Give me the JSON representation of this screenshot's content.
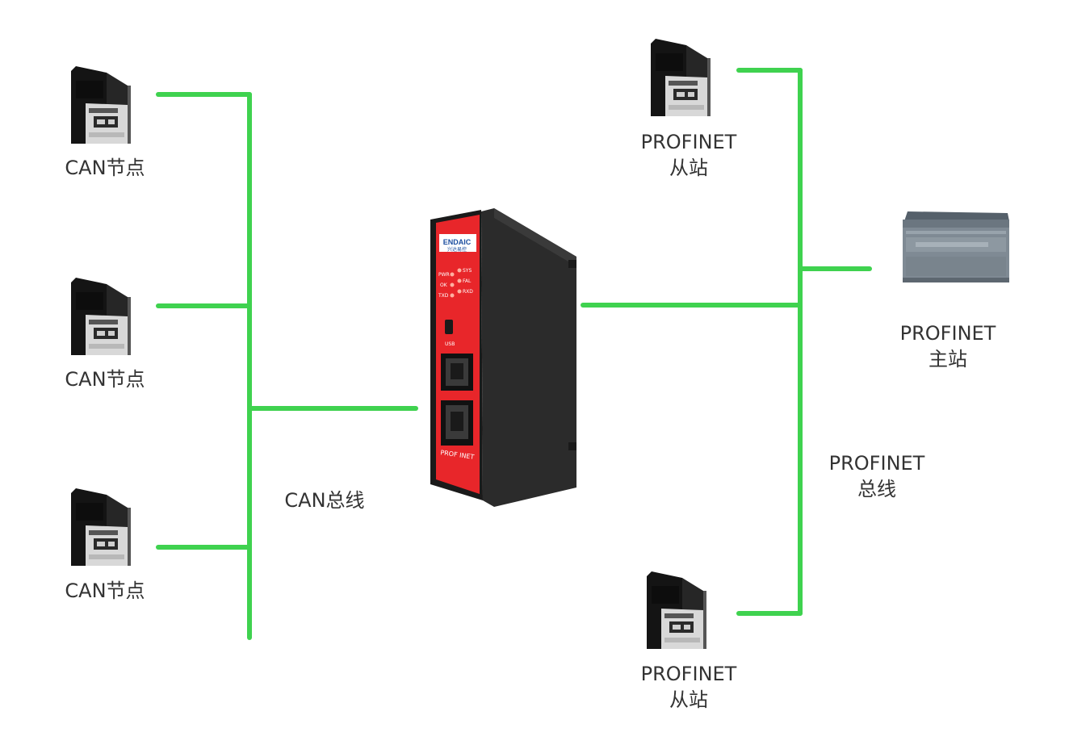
{
  "colors": {
    "bus_line": "#3fd24f",
    "gateway_face": "#e8262a",
    "gateway_body": "#2b2b2b",
    "label_text": "#333333"
  },
  "gateway": {
    "brand": "ENDAIC",
    "brand_sub": "兴达易控",
    "leds": [
      "PWR",
      "SYS",
      "OK",
      "FAL",
      "TXD",
      "RXD"
    ],
    "usb_label": "USB",
    "port_label": "PROF INET"
  },
  "can_side": {
    "nodes": [
      {
        "label": "CAN节点",
        "icon": "servo-drive-icon"
      },
      {
        "label": "CAN节点",
        "icon": "servo-drive-icon"
      },
      {
        "label": "CAN节点",
        "icon": "servo-drive-icon"
      }
    ],
    "bus_label": "CAN总线"
  },
  "profinet_side": {
    "slave_top": {
      "line1": "PROFINET",
      "line2": "从站",
      "icon": "servo-drive-icon"
    },
    "master": {
      "line1": "PROFINET",
      "line2": "主站",
      "icon": "plc-icon"
    },
    "slave_bottom": {
      "line1": "PROFINET",
      "line2": "从站",
      "icon": "servo-drive-icon"
    },
    "bus_line1": "PROFINET",
    "bus_line2": "总线"
  }
}
